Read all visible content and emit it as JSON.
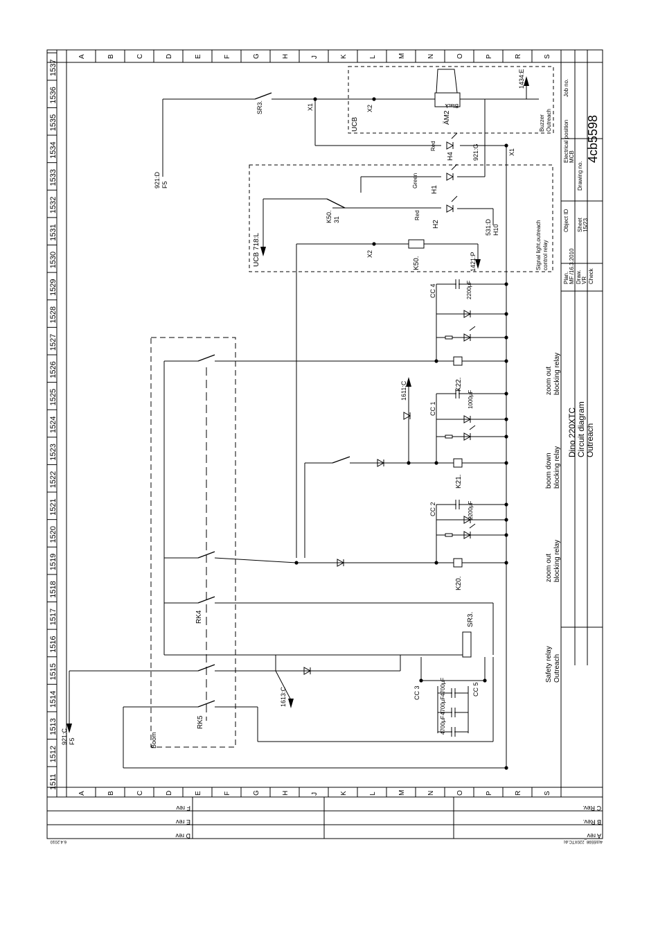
{
  "sheet": {
    "col_letters": [
      "A",
      "B",
      "C",
      "D",
      "E",
      "F",
      "G",
      "H",
      "J",
      "K",
      "L",
      "M",
      "N",
      "O",
      "P",
      "R",
      "S"
    ],
    "col_numbers": [
      "1511",
      "1512",
      "1513",
      "1514",
      "1515",
      "1516",
      "1517",
      "1518",
      "1519",
      "1520",
      "1521",
      "1522",
      "1523",
      "1524",
      "1525",
      "1526",
      "1527",
      "1528",
      "1529",
      "1530",
      "1531",
      "1532",
      "1533",
      "1534",
      "1535",
      "1536",
      "1537"
    ]
  },
  "title_block": {
    "title_lines": [
      "Dino  220XTC",
      "Circuit diagram",
      "Outreach"
    ],
    "drawing_no": "4cb5598",
    "job_label": "Job no.",
    "elec_label": "Electrical position",
    "elec_value": "MCB",
    "drawing_label": "Drawing no.",
    "object_label": "Object ID",
    "sheet_label": "Sheet",
    "sheet_value": "15/23",
    "plan_label": "Plan.",
    "plan_value": "MF /16.3.2010",
    "draw_label": "Draw.",
    "draw_value": "VR",
    "check_label": "Check",
    "rev_left": [
      "F rev",
      "E rev",
      "D rev"
    ],
    "rev_right": [
      "C Rev.",
      "B Rev.",
      "A rev"
    ],
    "footer_left": "6.4.2010",
    "footer_right": "4cb5598_220XTC.dc"
  },
  "labels": {
    "buzzer": "Buzzer\nOutreach",
    "am2": "ÄM2",
    "ucb": "UCB",
    "ucb718": "UCB  718:L",
    "signal": "Signal light,outreach\ncontrol relay",
    "h4": "H4",
    "h1": "H1",
    "h2": "H2",
    "h10": "531:D\nH10",
    "k50": "K50.",
    "k50c": "K50.\n31",
    "x2_34": "X2",
    "x2_35": "X2",
    "x1_31": "X1",
    "x1_81": "X1",
    "sr3": "SR3.",
    "red": "Red",
    "green": "Green",
    "black": "Black",
    "zoom_out_1": "zoom out\nblocking relay",
    "boom_down": "boom down\nblocking relay",
    "zoom_out_2": "zoom out\nblocking relay",
    "safety": "Safety relay\nOutreach",
    "k22": "K22.",
    "k21": "K21.",
    "k20": "K20.",
    "rk4": "RK4",
    "rk5": "RK5",
    "boom": "Boom",
    "f5_top": "921:D\nF5",
    "f5_bot": "921:C\nF5",
    "1611": "1611:C",
    "1613": "1613:C",
    "1434": "1434:E",
    "1421": "1421:P",
    "921g": "921:G",
    "cc4": "CC 4",
    "cc1": "CC 1",
    "cc2": "CC 2",
    "cc3": "CC 3",
    "cc5": "CC 5",
    "c2200a": "2200µF",
    "c1000": "1000µF",
    "c2200b": "2200µF",
    "c4700a": "4700µF",
    "c4700b": "4700µF",
    "c4700c": "4700µF"
  }
}
